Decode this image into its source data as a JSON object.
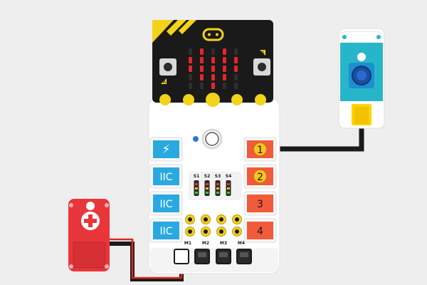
{
  "left_ports": [
    {
      "label": "⚡",
      "kind": "power"
    },
    {
      "label": "IIC",
      "kind": "iic"
    },
    {
      "label": "IIC",
      "kind": "iic"
    },
    {
      "label": "IIC",
      "kind": "iic"
    }
  ],
  "right_ports": [
    {
      "label": "1",
      "badge": true
    },
    {
      "label": "2",
      "badge": true
    },
    {
      "label": "3",
      "badge": false
    },
    {
      "label": "4",
      "badge": false
    }
  ],
  "switch_labels": [
    "S1",
    "S2",
    "S3",
    "S4"
  ],
  "motor_labels": [
    "M1",
    "M2",
    "M3",
    "M4"
  ],
  "microbit": {
    "button_a": "A",
    "button_b": "B",
    "led_rows": [
      [
        0,
        1,
        0,
        1,
        0
      ],
      [
        1,
        1,
        1,
        1,
        1
      ],
      [
        1,
        1,
        1,
        1,
        1
      ],
      [
        0,
        1,
        1,
        1,
        0
      ],
      [
        0,
        0,
        1,
        0,
        0
      ]
    ]
  },
  "colors": {
    "board_white": "#ffffff",
    "microbit_black": "#1a1a1a",
    "microbit_yellow": "#f3d21a",
    "led_on": "#e3262b",
    "port_blue": "#29a9e0",
    "port_red": "#f15a3a",
    "badge_yellow": "#f7c321",
    "servo_red": "#e8363b",
    "sensor_teal": "#27b6c9",
    "sensor_yellow": "#fbd400",
    "wire_black": "#1a1a1a",
    "wire_red": "#d72a24"
  }
}
